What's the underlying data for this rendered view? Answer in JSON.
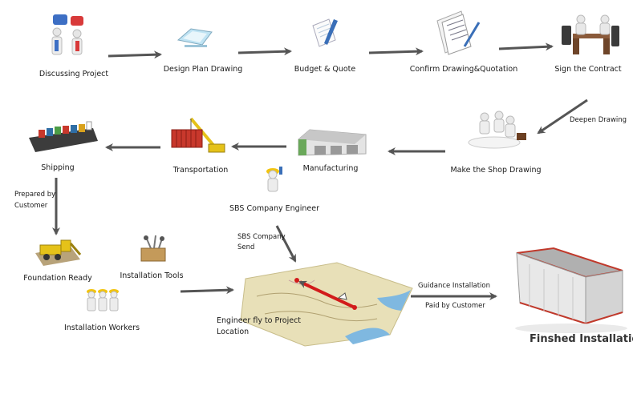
{
  "steps": {
    "discussing_project": "Discussing Project",
    "design_plan_drawing": "Design Plan Drawing",
    "budget_quote": "Budget & Quote",
    "confirm_drawing": "Confirm Drawing&Quotation",
    "sign_contract": "Sign the Contract",
    "make_shop_drawing": "Make the Shop Drawing",
    "manufacturing": "Manufacturing",
    "transportation": "Transportation",
    "shipping": "Shipping",
    "sbs_engineer": "SBS Company Engineer",
    "foundation_ready": "Foundation Ready",
    "installation_tools": "Installation Tools",
    "installation_workers": "Installation Workers",
    "engineer_fly_line1": "Engineer fly to Project",
    "engineer_fly_line2": "Location",
    "finished_installation": "Finshed Installation"
  },
  "arrow_labels": {
    "deepen_drawing": "Deepen Drawing",
    "prepared_by_line1": "Prepared by",
    "prepared_by_line2": "Customer",
    "sbs_send_line1": "SBS Company",
    "sbs_send_line2": "Send",
    "guidance_installation": "Guidance Installation",
    "paid_by_customer": "Paid by Customer"
  },
  "colors": {
    "arrow": "#555555",
    "route": "#d21b1b",
    "building_roof": "#b0b0b0",
    "building_trim": "#c0392b",
    "container": "#c8382c",
    "crane": "#e5c219",
    "ship_hull": "#3c3c3c",
    "map_land": "#e8e0b8",
    "map_water": "#7fb8e0"
  }
}
